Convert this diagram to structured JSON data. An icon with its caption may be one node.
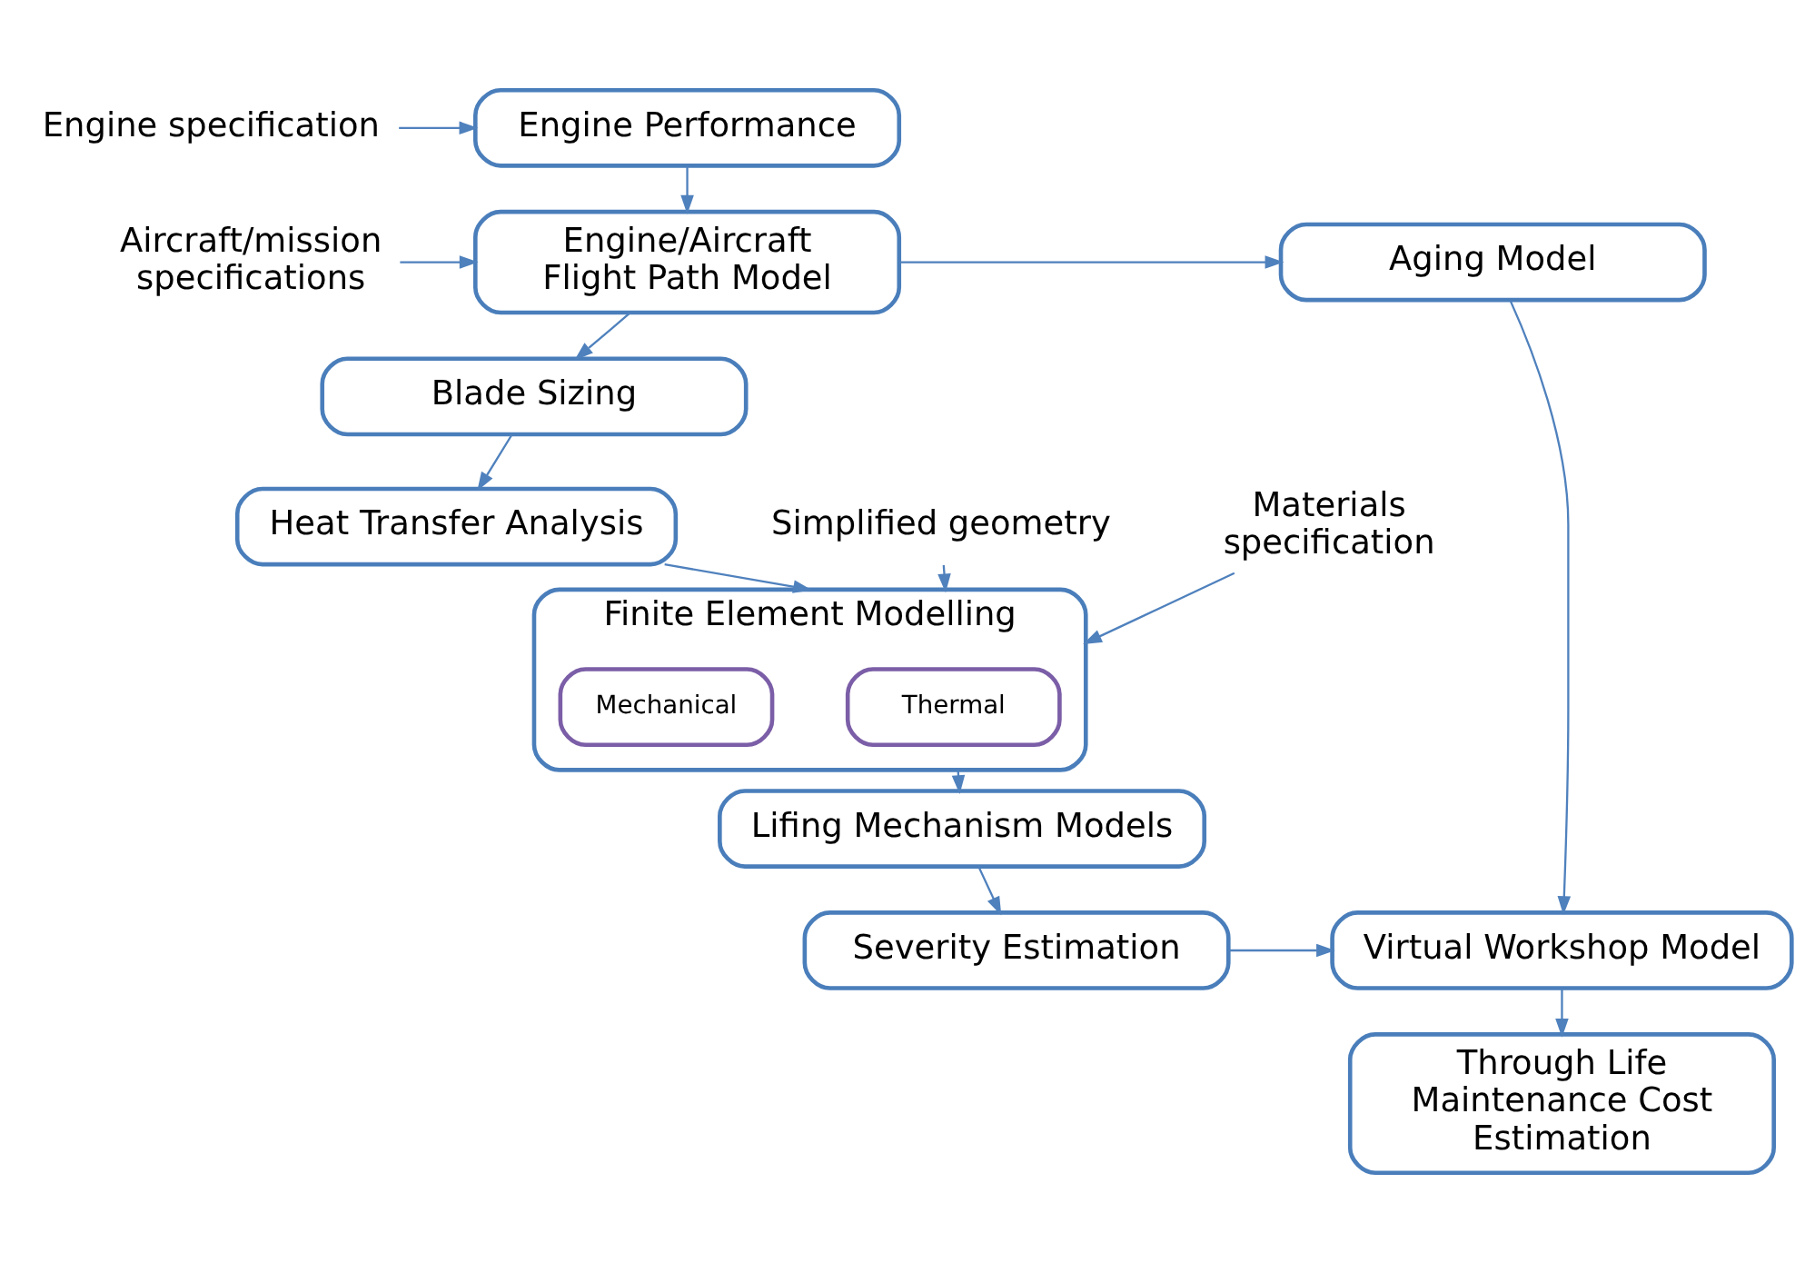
{
  "diagram": {
    "nodes": [
      {
        "text": [
          "Engine specification"
        ]
      },
      {
        "text": [
          "Engine Performance"
        ]
      },
      {
        "text": [
          "Aircraft/mission specifications"
        ]
      },
      {
        "text": [
          "Engine/Aircraft Flight Path Model"
        ]
      },
      {
        "text": [
          "Aging Model"
        ]
      },
      {
        "text": [
          "Blade Sizing"
        ]
      },
      {
        "text": [
          "Heat Transfer Analysis"
        ]
      },
      {
        "text": [
          "Simplified geometry"
        ]
      },
      {
        "text": [
          "Materials specification"
        ]
      },
      {
        "text": [
          "Finite Element Modelling"
        ]
      },
      {
        "text": [
          "Thermal"
        ],
        "in": 9
      },
      {
        "text": [
          "Mechanical"
        ],
        "in": 9
      },
      {
        "text": [
          "Lifing Mechanism Models"
        ]
      },
      {
        "text": [
          "Severity Estimation"
        ]
      },
      {
        "text": [
          "Virtual Workshop Model"
        ]
      },
      {
        "text": [
          "Through Life Maintenance Cost Estimation"
        ]
      }
    ],
    "edges": [
      {
        "from": 0,
        "to": 1,
        "arrow": "to"
      },
      {
        "from": 1,
        "to": 3,
        "arrow": "to"
      },
      {
        "from": 2,
        "to": 3,
        "arrow": "to"
      },
      {
        "from": 3,
        "to": 4,
        "arrow": "to"
      },
      {
        "from": 3,
        "to": 5,
        "arrow": "to"
      },
      {
        "from": 5,
        "to": 6,
        "arrow": "to"
      },
      {
        "from": 6,
        "to": 9,
        "arrow": "to"
      },
      {
        "from": 7,
        "to": 9,
        "arrow": "to"
      },
      {
        "from": 8,
        "to": 9,
        "arrow": "to"
      },
      {
        "from": 9,
        "to": 12,
        "arrow": "to"
      },
      {
        "from": 12,
        "to": 13,
        "arrow": "to"
      },
      {
        "from": 13,
        "to": 14,
        "arrow": "to"
      },
      {
        "from": 4,
        "to": 14,
        "arrow": "to"
      },
      {
        "from": 14,
        "to": 15,
        "arrow": "to"
      }
    ]
  }
}
